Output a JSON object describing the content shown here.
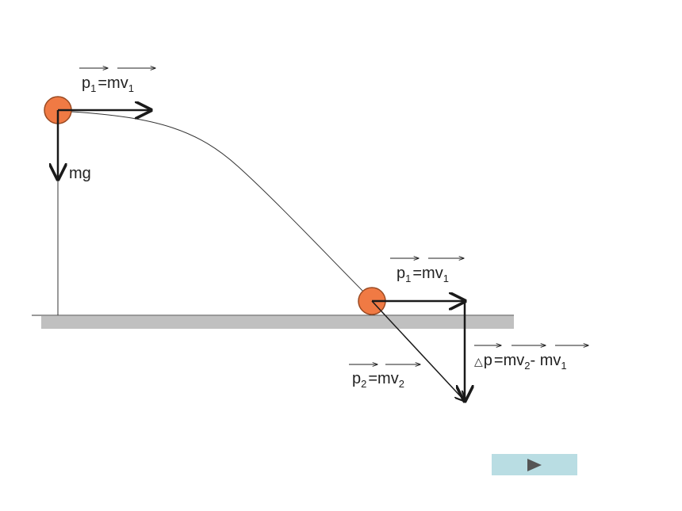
{
  "labels": {
    "p1_top": {
      "a": "p",
      "a_sub": "1",
      "eq": "=",
      "b": "mv",
      "b_sub": "1"
    },
    "mg": "mg",
    "p1_right": {
      "a": "p",
      "a_sub": "1",
      "eq": "=",
      "b": "mv",
      "b_sub": "1"
    },
    "p2": {
      "a": "p",
      "a_sub": "2",
      "eq": "=",
      "b": "mv",
      "b_sub": "2"
    },
    "delta_p": {
      "delta": "△",
      "a": "p",
      "eq": "=",
      "b": "mv",
      "b_sub": "2",
      "minus": "- ",
      "c": "mv",
      "c_sub": "1"
    }
  },
  "colors": {
    "ball": "#f07a44",
    "ball_stroke": "#9a4a22",
    "ground": "#c0c0c0",
    "line": "#1a1a1a",
    "button": "#b9dde3",
    "button_icon": "#555555"
  },
  "controls": {
    "play_icon": "play-triangle-icon"
  }
}
